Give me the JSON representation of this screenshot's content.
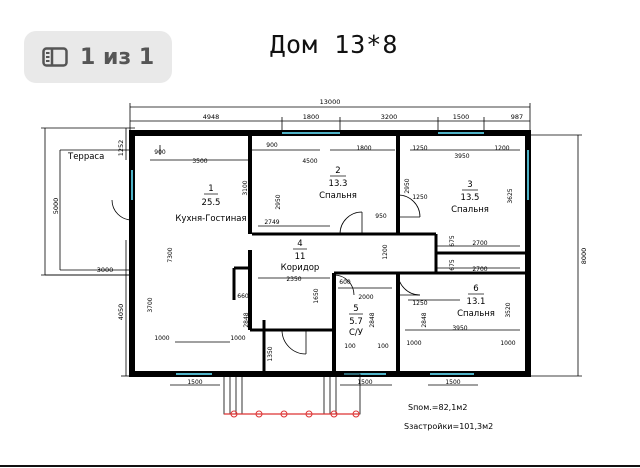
{
  "gallery": {
    "counter": "1 из 1",
    "icon": "gallery-icon"
  },
  "title": "Дом 13*8",
  "outer_dims": {
    "total_width": "13000",
    "total_height": "8000"
  },
  "top_dims": [
    "4948",
    "1800",
    "3200",
    "1500",
    "987"
  ],
  "left_dims": {
    "terrace_depth": "5000",
    "terrace_width": "3000",
    "offset": "1252",
    "lower": "4050"
  },
  "terrace_label": "Терраса",
  "rooms": [
    {
      "num": "1",
      "area": "25.5",
      "name": "Кухня-Гостиная"
    },
    {
      "num": "2",
      "area": "13.3",
      "name": "Спальня"
    },
    {
      "num": "3",
      "area": "13.5",
      "name": "Спальня"
    },
    {
      "num": "4",
      "area": "11",
      "name": "Коридор"
    },
    {
      "num": "5",
      "area": "5.7",
      "name": "С/У"
    },
    {
      "num": "6",
      "area": "13.1",
      "name": "Спальня"
    }
  ],
  "inner_dims": {
    "d900a": "900",
    "d3500": "3500",
    "d3100": "3100",
    "d7300": "7300",
    "d3700": "3700",
    "d1000a": "1000",
    "d1000b": "1000",
    "d900b": "900",
    "d4500": "4500",
    "d1800": "1800",
    "d2950a": "2950",
    "d2749": "2749",
    "d950": "950",
    "d1250a": "1250",
    "d3950a": "3950",
    "d1200a": "1200",
    "d2950b": "2950",
    "d1250b": "1250",
    "d3625": "3625",
    "d2700a": "2700",
    "d2700b": "2700",
    "d675a": "675",
    "d675b": "675",
    "d1200b": "1200",
    "d2350": "2350",
    "d1650": "1650",
    "d660": "660",
    "d2848a": "2848",
    "d600": "600",
    "d2000": "2000",
    "d1250c": "1250",
    "d3520": "3520",
    "d2848b": "2848",
    "d2848c": "2848",
    "d3950b": "3950",
    "d1000c": "1000",
    "d1000d": "1000",
    "d1350": "1350",
    "d100a": "100",
    "d100b": "100",
    "d1500a": "1500",
    "d1500b": "1500",
    "d1500c": "1500"
  },
  "summary": {
    "s_nom": "Sпом.=82,1м2",
    "s_build": "Sзастройки=101,3м2"
  }
}
